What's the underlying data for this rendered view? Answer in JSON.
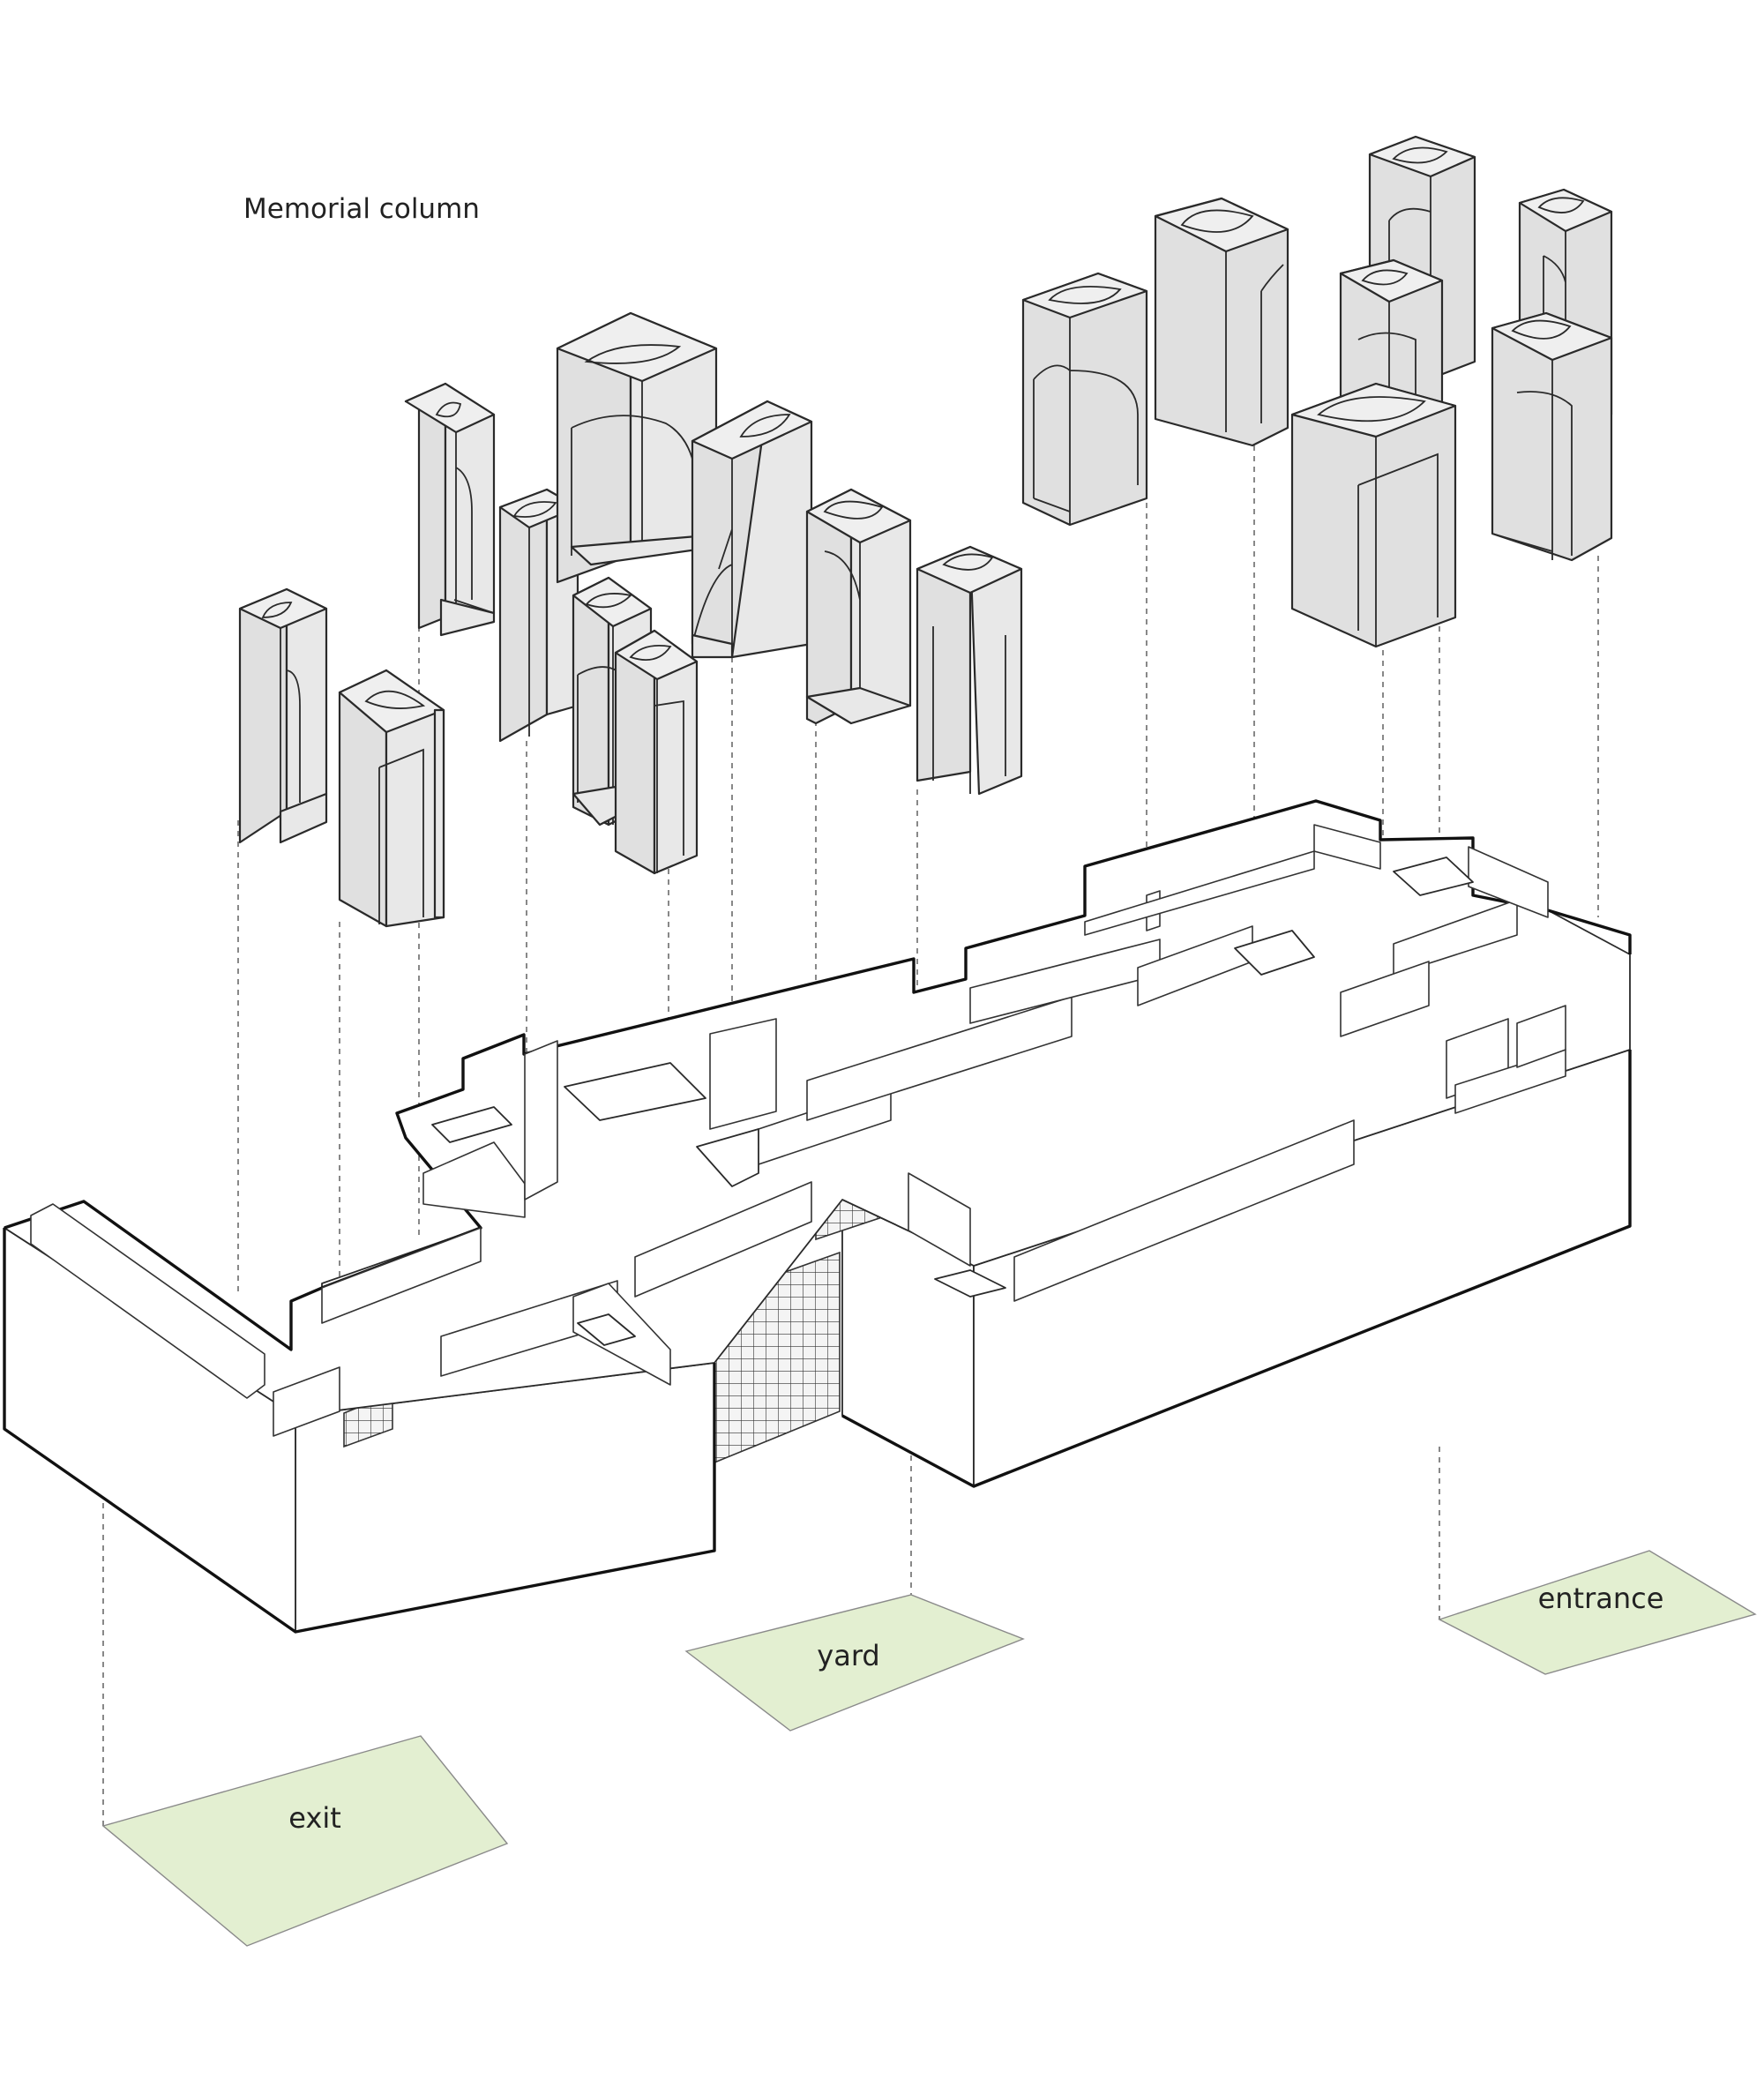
{
  "labels": {
    "title": "Memorial column",
    "entrance": "entrance",
    "yard": "yard",
    "exit": "exit"
  },
  "colors": {
    "column_fill": "#e8e8e8",
    "zone_fill": "#e3efd1",
    "line": "#2a2a2a",
    "background": "#ffffff"
  }
}
